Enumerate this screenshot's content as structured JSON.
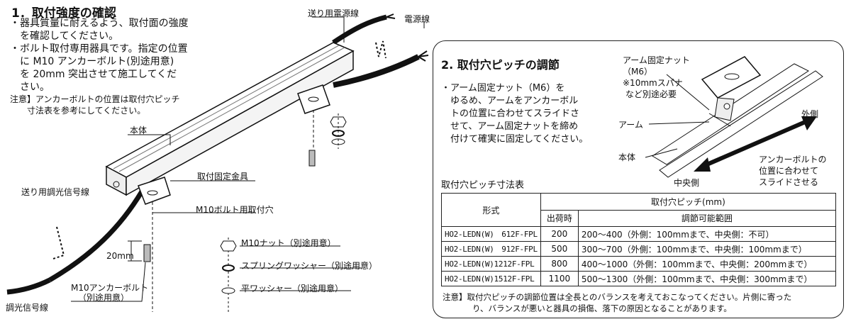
{
  "section1": {
    "title": "1．取付強度の確認",
    "bullets": [
      "・器具質量に耐えるよう、取付面の強度",
      "　を確認してください。",
      "・ボルト取付専用器具です。指定の位置",
      "　に M10 アンカーボルト(別途用意)",
      "　を 20mm 突出させて施工してくだ",
      "　さい。"
    ],
    "note": [
      "注意】アンカーボルトの位置は取付穴ピッチ",
      "　　寸法表を参考にしてください。"
    ]
  },
  "labels": {
    "send_power": "送り用電源線",
    "power": "電源線",
    "body": "本体",
    "bracket": "取付固定金具",
    "send_dim": "送り用調光信号線",
    "hole": "M10ボルト用取付穴",
    "nut": "M10ナット（別途用意）",
    "spring": "スプリングワッシャー（別途用意）",
    "flat": "平ワッシャー（別途用意）",
    "dim_20": "20mm",
    "anchor": "M10アンカーボルト",
    "anchor_sub": "（別途用意）",
    "dim_signal": "調光信号線"
  },
  "section2": {
    "title": "2. 取付穴ピッチの調節",
    "bullets": [
      "・アーム固定ナット（M6）を",
      "　ゆるめ、アームをアンカーボル",
      "　トの位置に合わせてスライドさ",
      "　せて、アーム固定ナットを締め",
      "　付けて確実に固定してください。"
    ],
    "diagram": {
      "arm_nut": "アーム固定ナット",
      "m6": "（M6）",
      "spanner": "※10mmスパナ",
      "spanner2": "など別途必要",
      "arm": "アーム",
      "outer": "外側",
      "body": "本体",
      "center": "中央側",
      "slide1": "アンカーボルトの",
      "slide2": "位置に合わせて",
      "slide3": "スライドさせる"
    },
    "table_title": "取付穴ピッチ寸法表",
    "table": {
      "h_model": "形式",
      "h_pitch": "取付穴ピッチ(mm)",
      "h_ship": "出荷時",
      "h_range": "調節可能範囲",
      "rows": [
        {
          "model": "HO2-LEDN(W)　612F-FPL",
          "ship": "200",
          "range": "200～400（外側：100mmまで、中央側：不可）"
        },
        {
          "model": "HO2-LEDN(W)　912F-FPL",
          "ship": "500",
          "range": "300～700（外側：100mmまで、中央側：100mmまで）"
        },
        {
          "model": "HO2-LEDN(W)1212F-FPL",
          "ship": "800",
          "range": "400～1000（外側：100mmまで、中央側：200mmまで）"
        },
        {
          "model": "HO2-LEDN(W)1512F-FPL",
          "ship": "1100",
          "range": "500～1300（外側：100mmまで、中央側：300mmまで）"
        }
      ]
    },
    "note": [
      "注意】取付穴ピッチの調節位置は全長とのバランスを考えておこなってください。片側に寄った",
      "り、バランスが悪いと器具の損傷、落下の原因となることがあります。"
    ]
  }
}
